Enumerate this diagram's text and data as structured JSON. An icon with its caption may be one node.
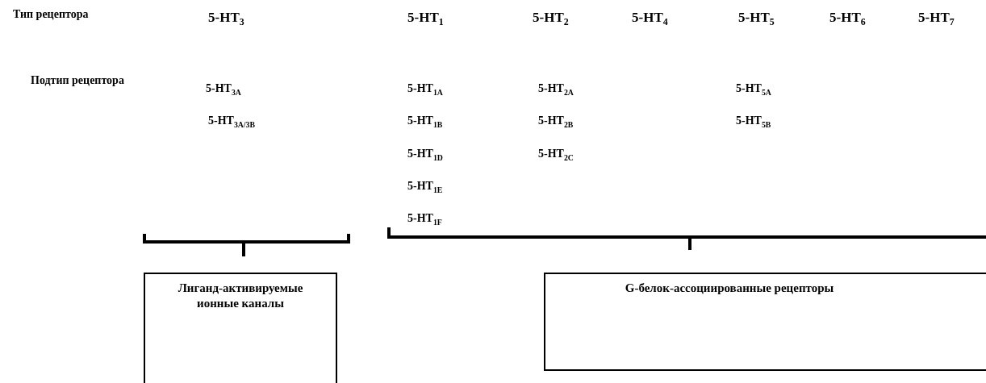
{
  "diagram": {
    "nodes": [
      {
        "text": [
          "Лиганд-активируемые ионные каналы"
        ]
      },
      {
        "text": [
          "G-белок-ассоциированные рецепторы"
        ]
      }
    ],
    "labels": [
      "Тип рецептора",
      "5-HT$_{3}$",
      "5-HT$_{1}$",
      "5-HT$_{2}$",
      "5-HT$_{4}$",
      "5-HT$_{5}$",
      "5-HT$_{6}$",
      "5-HT$_{7}$",
      "Подтип рецептора",
      "5-HT$_{3A}$",
      "5-HT$_{1A}$",
      "5-HT$_{2A}$",
      "5-HT$_{5A}$",
      "5-HT$_{3A/3B}$",
      "5-HT$_{1B}$",
      "5-HT$_{2B}$",
      "5-HT$_{5B}$",
      "5-HT$_{1D}$",
      "5-HT$_{2C}$",
      "5-HT$_{1E}$",
      "5-HT$_{1F}$"
    ]
  }
}
